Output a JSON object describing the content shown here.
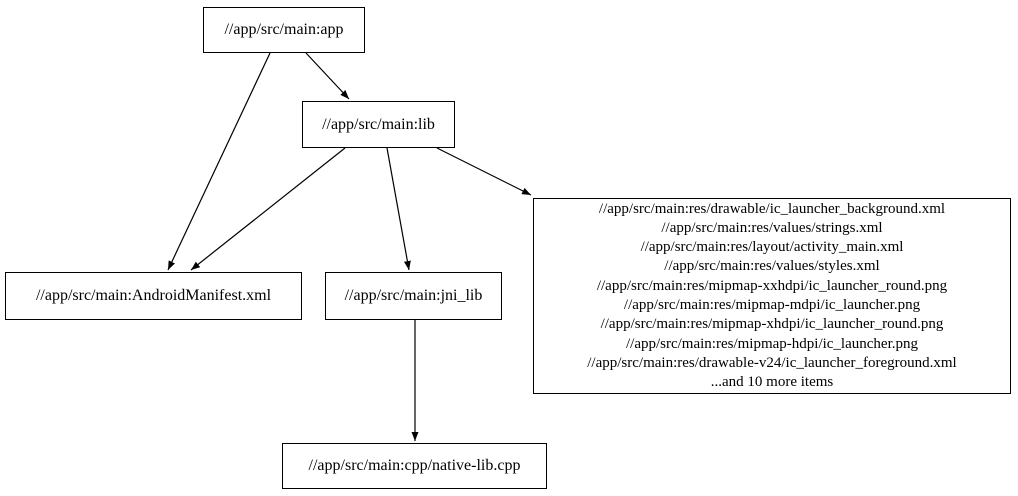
{
  "diagram": {
    "type": "dependency-graph",
    "background_color": "#ffffff",
    "stroke_color": "#000000",
    "nodes": {
      "app": {
        "label": "//app/src/main:app"
      },
      "lib": {
        "label": "//app/src/main:lib"
      },
      "manifest": {
        "label": "//app/src/main:AndroidManifest.xml"
      },
      "jni_lib": {
        "label": "//app/src/main:jni_lib"
      },
      "native_lib": {
        "label": "//app/src/main:cpp/native-lib.cpp"
      },
      "res_group": {
        "lines": [
          "//app/src/main:res/drawable/ic_launcher_background.xml",
          "//app/src/main:res/values/strings.xml",
          "//app/src/main:res/layout/activity_main.xml",
          "//app/src/main:res/values/styles.xml",
          "//app/src/main:res/mipmap-xxhdpi/ic_launcher_round.png",
          "//app/src/main:res/mipmap-mdpi/ic_launcher.png",
          "//app/src/main:res/mipmap-xhdpi/ic_launcher_round.png",
          "//app/src/main:res/mipmap-hdpi/ic_launcher.png",
          "//app/src/main:res/drawable-v24/ic_launcher_foreground.xml",
          "...and 10 more items"
        ]
      }
    },
    "edges": [
      {
        "from": "app",
        "to": "lib"
      },
      {
        "from": "app",
        "to": "manifest"
      },
      {
        "from": "lib",
        "to": "manifest"
      },
      {
        "from": "lib",
        "to": "jni_lib"
      },
      {
        "from": "lib",
        "to": "res_group"
      },
      {
        "from": "jni_lib",
        "to": "native_lib"
      }
    ]
  }
}
